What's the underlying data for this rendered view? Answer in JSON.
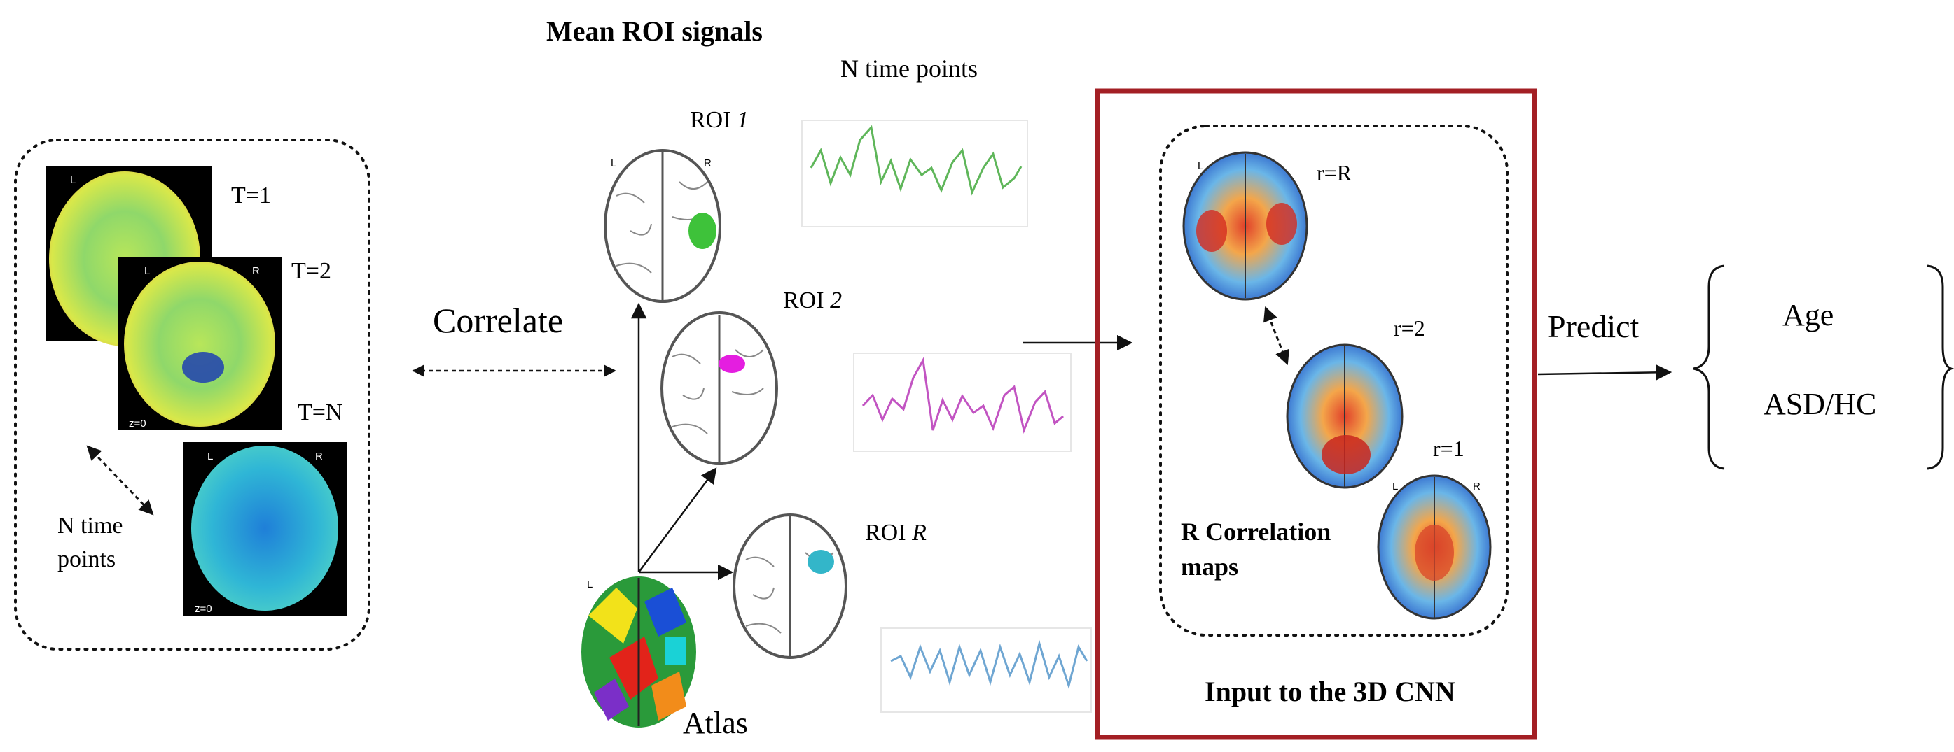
{
  "title": "Mean ROI signals",
  "signals_label": "N time points",
  "fmri": {
    "frames": [
      "T=1",
      "T=2",
      "T=N"
    ],
    "slice_label": "z=0",
    "orientation_left": "L",
    "orientation_right": "R",
    "time_points_label_line1": "N time",
    "time_points_label_line2": "points"
  },
  "correlate_label": "Correlate",
  "rois": {
    "roi1": {
      "prefix": "ROI ",
      "index": "1",
      "color": "#3ec23a"
    },
    "roi2": {
      "prefix": "ROI ",
      "index": "2",
      "color": "#e41ee0"
    },
    "roiR": {
      "prefix": "ROI ",
      "index": "R",
      "color": "#33b6c9"
    }
  },
  "atlas_label": "Atlas",
  "signal_colors": {
    "roi1": "#5fb65a",
    "roi2": "#c254c2",
    "roiR": "#6fa6d2"
  },
  "maps": {
    "labels": [
      "r=R",
      "r=2",
      "r=1"
    ],
    "caption_line1": "R Correlation",
    "caption_line2": "maps",
    "input_label": "Input to the 3D CNN",
    "box_color": "#a31f24"
  },
  "predict_label": "Predict",
  "outputs": [
    "Age",
    "ASD/HC"
  ]
}
